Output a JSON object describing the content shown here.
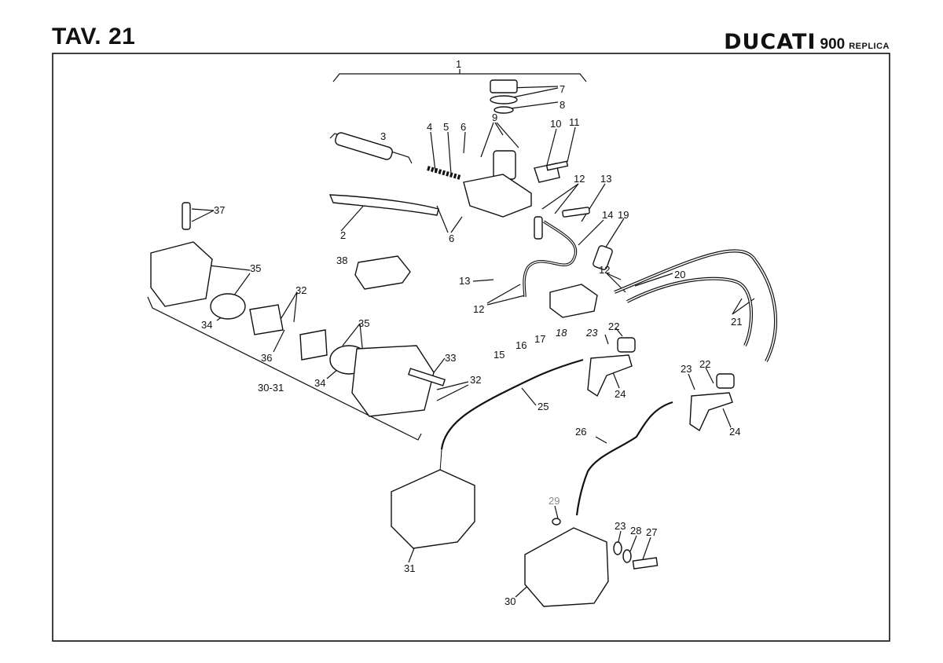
{
  "header": {
    "title": "TAV. 21",
    "brand": "DUCATI",
    "model": "900",
    "variant": "REPLICA"
  },
  "callouts": {
    "c1": "1",
    "c2": "2",
    "c3": "3",
    "c4": "4",
    "c5": "5",
    "c6a": "6",
    "c6b": "6",
    "c7": "7",
    "c8": "8",
    "c9": "9",
    "c10": "10",
    "c11": "11",
    "c12a": "12",
    "c12b": "12",
    "c12c": "12",
    "c13a": "13",
    "c13b": "13",
    "c14": "14",
    "c15": "15",
    "c16": "16",
    "c17": "17",
    "c18": "18",
    "c19": "19",
    "c20": "20",
    "c21": "21",
    "c22a": "22",
    "c22b": "22",
    "c23a": "23",
    "c23b": "23",
    "c23c": "23",
    "c24a": "24",
    "c24b": "24",
    "c25": "25",
    "c26": "26",
    "c27": "27",
    "c28": "28",
    "c29": "29",
    "c30": "30",
    "c30_31": "30-31",
    "c31": "31",
    "c32a": "32",
    "c32b": "32",
    "c33": "33",
    "c34a": "34",
    "c34b": "34",
    "c35a": "35",
    "c35b": "35",
    "c36": "36",
    "c37": "37",
    "c38": "38"
  }
}
